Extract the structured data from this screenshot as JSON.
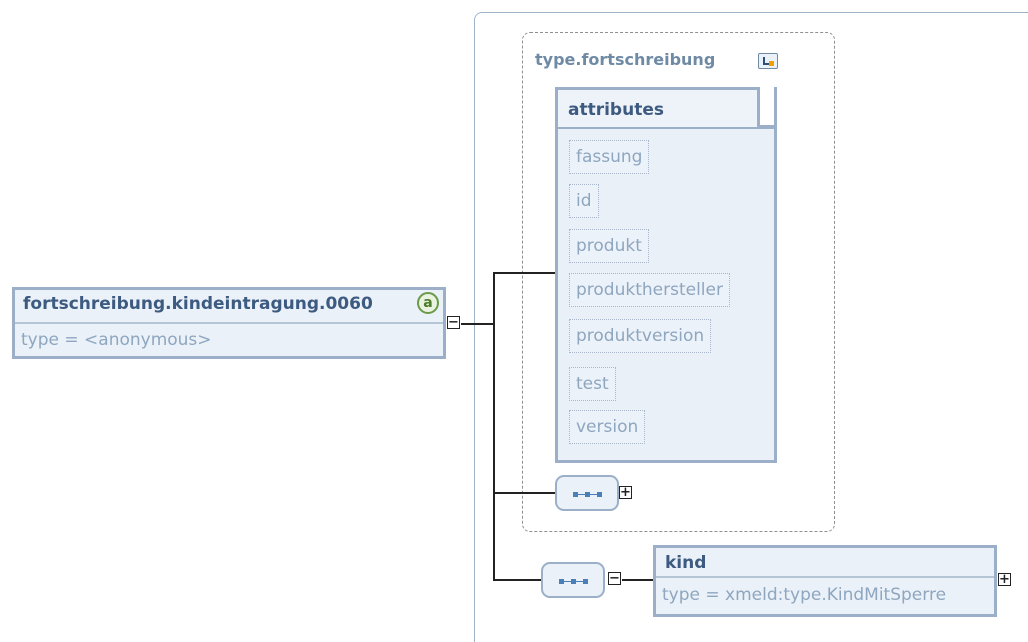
{
  "main_element": {
    "name": "fortschreibung.kindeintragung.0060",
    "type": "type = <anonymous>",
    "badge": "a"
  },
  "complex_type": {
    "title": "type.fortschreibung",
    "icon": "type-reference-icon"
  },
  "attributes": {
    "heading": "attributes",
    "items": [
      "fassung",
      "id",
      "produkt",
      "produkthersteller",
      "produktversion",
      "test",
      "version"
    ]
  },
  "kind_element": {
    "name": "kind",
    "type": "type = xmeld:type.KindMitSperre"
  },
  "toggles": {
    "collapse": "−",
    "expand": "+"
  },
  "colors": {
    "border": "#9bb0c8",
    "fill": "#eaf1f8",
    "title": "#3d5a80",
    "muted": "#8ea6bf"
  }
}
